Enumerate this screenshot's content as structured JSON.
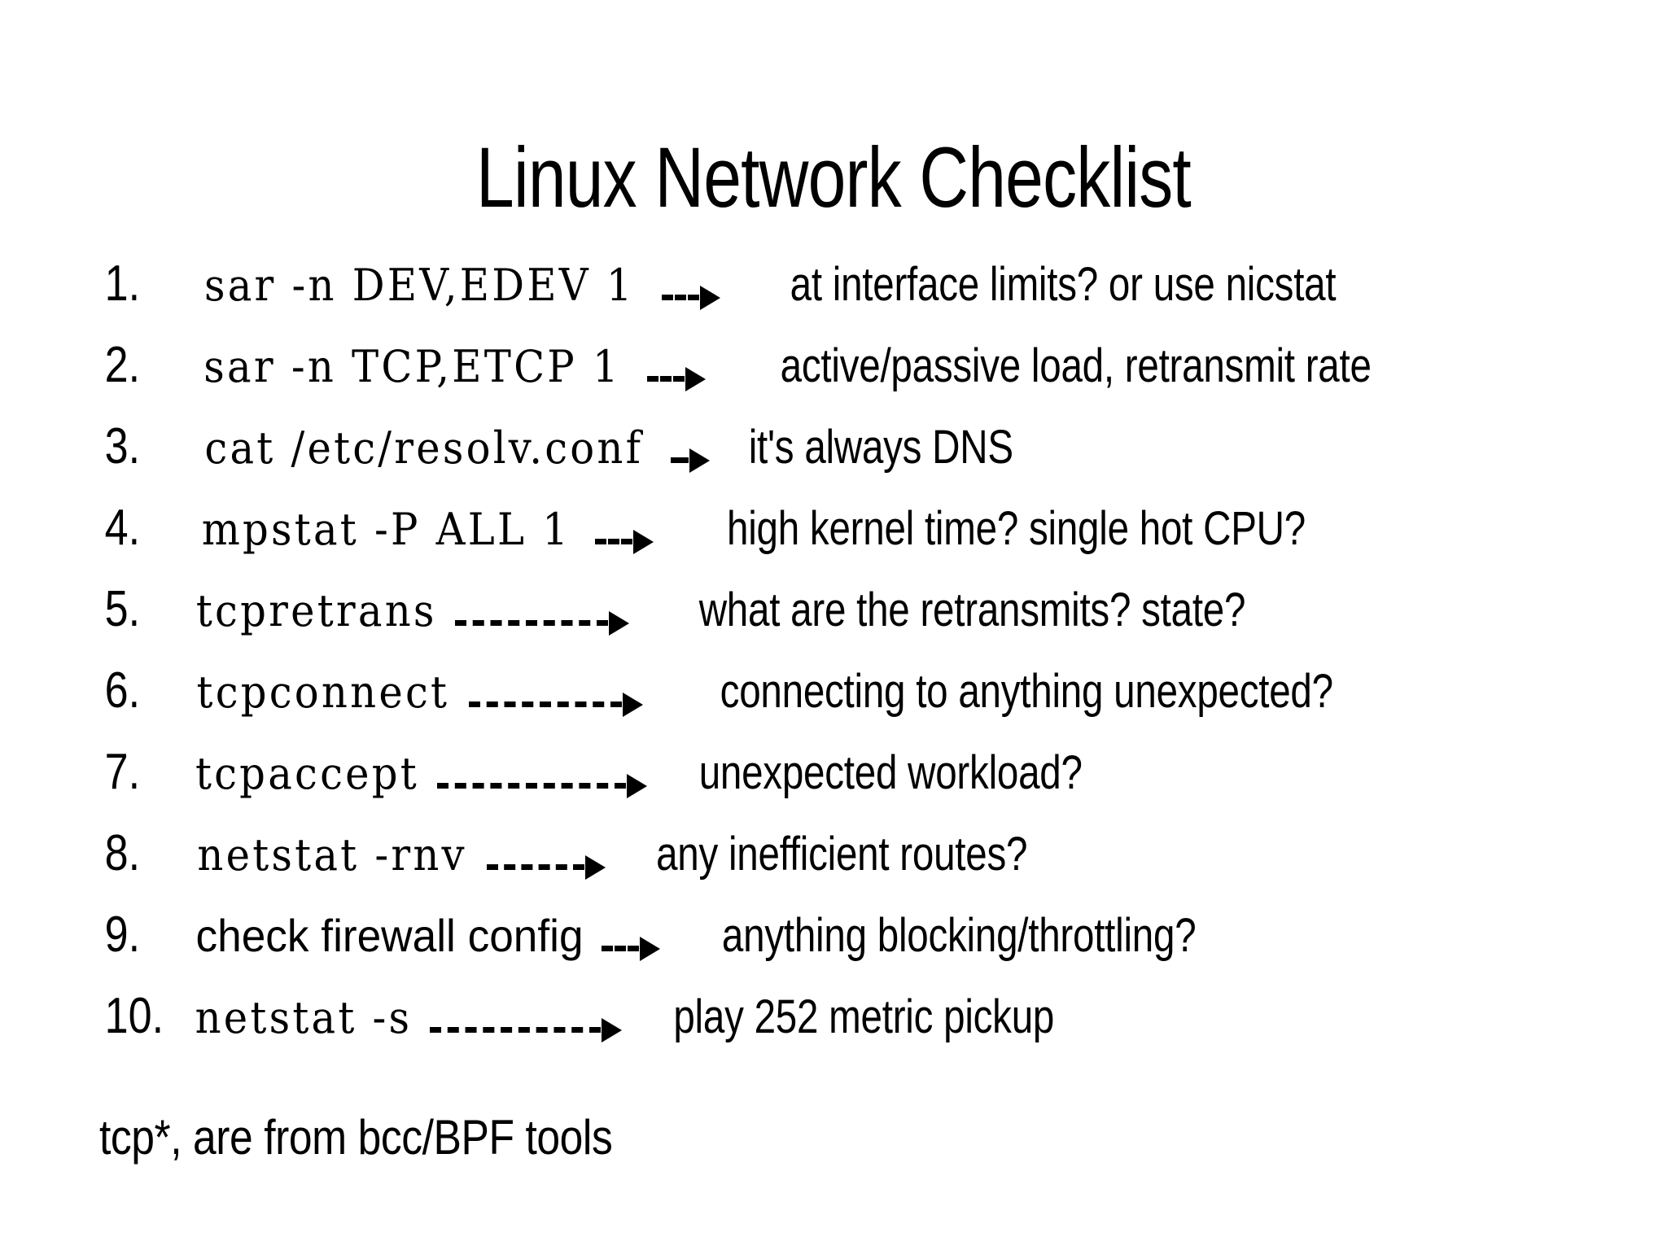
{
  "slide": {
    "title": "Linux Network Checklist",
    "background_color": "#ffffff",
    "text_color": "#000000",
    "footnote": "tcp*, are from bcc/BPF tools"
  },
  "checklist": {
    "items": [
      {
        "number": "1.",
        "command": "sar -n DEV,EDEV 1",
        "command_style": "mono",
        "connector": "-->",
        "connector_dash_width": 46,
        "description": "at interface limits? or use nicstat"
      },
      {
        "number": "2.",
        "command": "sar -n TCP,ETCP 1",
        "command_style": "mono",
        "connector": "-->",
        "connector_dash_width": 46,
        "description": "active/passive load, retransmit rate"
      },
      {
        "number": "3.",
        "command": "cat /etc/resolv.conf",
        "command_style": "mono",
        "connector": "->",
        "connector_dash_width": 22,
        "description": "it's always DNS"
      },
      {
        "number": "4.",
        "command": "mpstat -P ALL 1",
        "command_style": "mono",
        "connector": "-->",
        "connector_dash_width": 46,
        "description": "high kernel time? single hot CPU?"
      },
      {
        "number": "5.",
        "command": "tcpretrans",
        "command_style": "mono",
        "connector": "--------->",
        "connector_dash_width": 188,
        "description": "what are the retransmits? state?"
      },
      {
        "number": "6.",
        "command": "tcpconnect",
        "command_style": "mono",
        "connector": "---------->",
        "connector_dash_width": 188,
        "description": "connecting to anything unexpected?"
      },
      {
        "number": "7.",
        "command": "tcpaccept",
        "command_style": "mono",
        "connector": "---------->",
        "connector_dash_width": 232,
        "description": "unexpected workload?"
      },
      {
        "number": "8.",
        "command": "netstat -rnv",
        "command_style": "mono",
        "connector": "------>",
        "connector_dash_width": 120,
        "description": "any inefficient routes?"
      },
      {
        "number": "9.",
        "command": "check firewall config",
        "command_style": "sans",
        "connector": "-->",
        "connector_dash_width": 46,
        "description": "anything blocking/throttling?"
      },
      {
        "number": "10.",
        "command": "netstat -s",
        "command_style": "mono",
        "connector": "--------->",
        "connector_dash_width": 210,
        "description": "play 252 metric pickup"
      }
    ]
  }
}
